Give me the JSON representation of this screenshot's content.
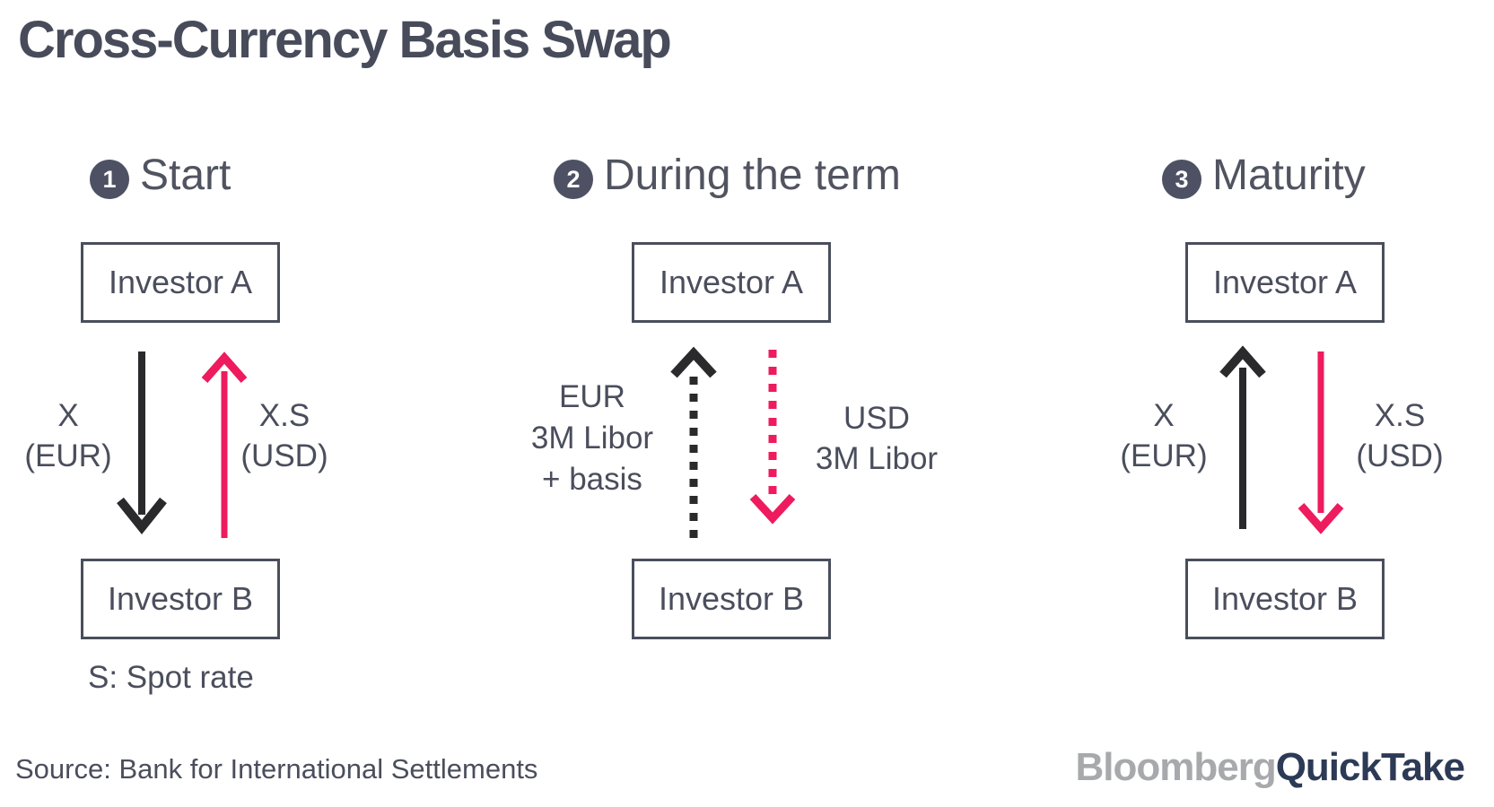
{
  "title": "Cross-Currency Basis Swap",
  "colors": {
    "slate": "#4a4e5c",
    "slate_dark": "#474b5a",
    "heading": "#515460",
    "badge": "#4d5163",
    "near_black": "#2a2a2c",
    "pink": "#ee1b5e",
    "bloomberg_gray": "#a7a9ac",
    "quicktake_navy": "#2c3a56"
  },
  "arrow_styles": {
    "solid": "none",
    "dotted": "9 10"
  },
  "panels": [
    {
      "number": "1",
      "heading": "Start",
      "box_top": "Investor A",
      "box_bottom": "Investor B",
      "flow_left": {
        "lines": [
          "X",
          "(EUR)"
        ],
        "arrow": "black solid down"
      },
      "flow_right": {
        "lines": [
          "X.S",
          "(USD)"
        ],
        "arrow": "pink solid up"
      },
      "footnote": "S: Spot rate"
    },
    {
      "number": "2",
      "heading": "During the term",
      "box_top": "Investor A",
      "box_bottom": "Investor B",
      "flow_left": {
        "lines": [
          "EUR",
          "3M Libor",
          "+ basis"
        ],
        "arrow": "black dotted up"
      },
      "flow_right": {
        "lines": [
          "USD",
          "3M Libor"
        ],
        "arrow": "pink dotted down"
      }
    },
    {
      "number": "3",
      "heading": "Maturity",
      "box_top": "Investor A",
      "box_bottom": "Investor B",
      "flow_left": {
        "lines": [
          "X",
          "(EUR)"
        ],
        "arrow": "black solid up"
      },
      "flow_right": {
        "lines": [
          "X.S",
          "(USD)"
        ],
        "arrow": "pink solid down"
      }
    }
  ],
  "footer": {
    "source": "Source: Bank for International Settlements",
    "logo_part1": "Bloomberg",
    "logo_part2": "QuickTake"
  }
}
